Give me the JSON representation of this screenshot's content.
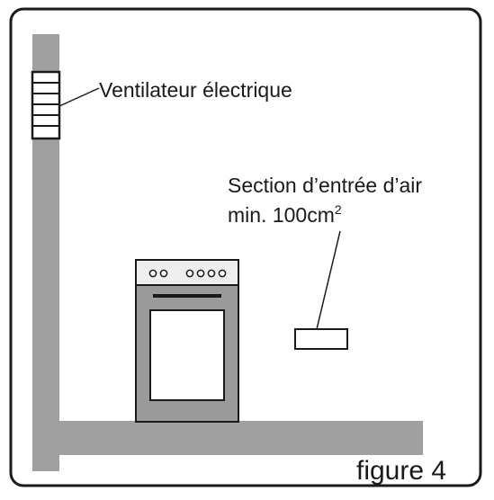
{
  "labels": {
    "fan": "Ventilateur électrique",
    "air_inlet_line1": "Section d’entrée d’air",
    "air_inlet_line2_prefix": "min. 100cm",
    "air_inlet_superscript": "2",
    "figure": "figure 4"
  },
  "colors": {
    "frame": "#1a1a1a",
    "wall": "#a0a0a0",
    "stove_body": "#9a9a9a",
    "stove_panel": "#eeeeee",
    "stove_door": "#ffffff",
    "outline": "#1a1a1a"
  }
}
